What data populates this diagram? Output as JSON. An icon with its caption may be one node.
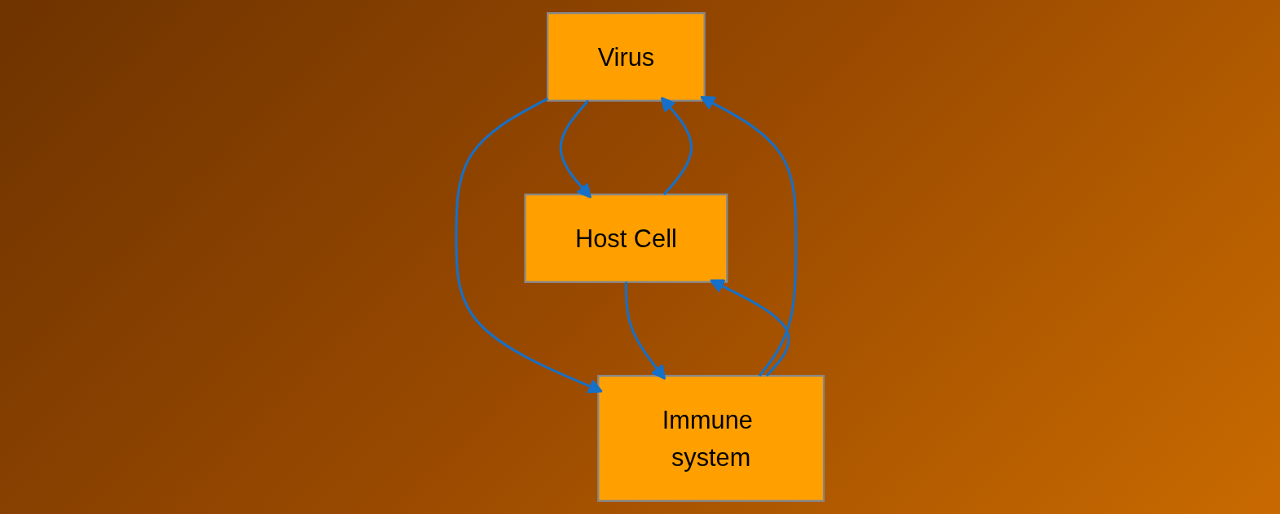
{
  "diagram": {
    "nodes": [
      {
        "text": [
          "Virus"
        ]
      },
      {
        "text": [
          "Host Cell"
        ]
      },
      {
        "text": [
          "Immune system"
        ]
      }
    ],
    "edges": [
      {
        "from": 1,
        "to": 0,
        "arrow": "to"
      },
      {
        "from": 0,
        "to": 1,
        "arrow": "to"
      },
      {
        "from": 0,
        "to": 2,
        "arrow": "to"
      },
      {
        "from": 2,
        "to": 0,
        "arrow": "to"
      },
      {
        "from": 1,
        "to": 2,
        "arrow": "to"
      },
      {
        "from": 2,
        "to": 1,
        "arrow": "to"
      }
    ]
  }
}
